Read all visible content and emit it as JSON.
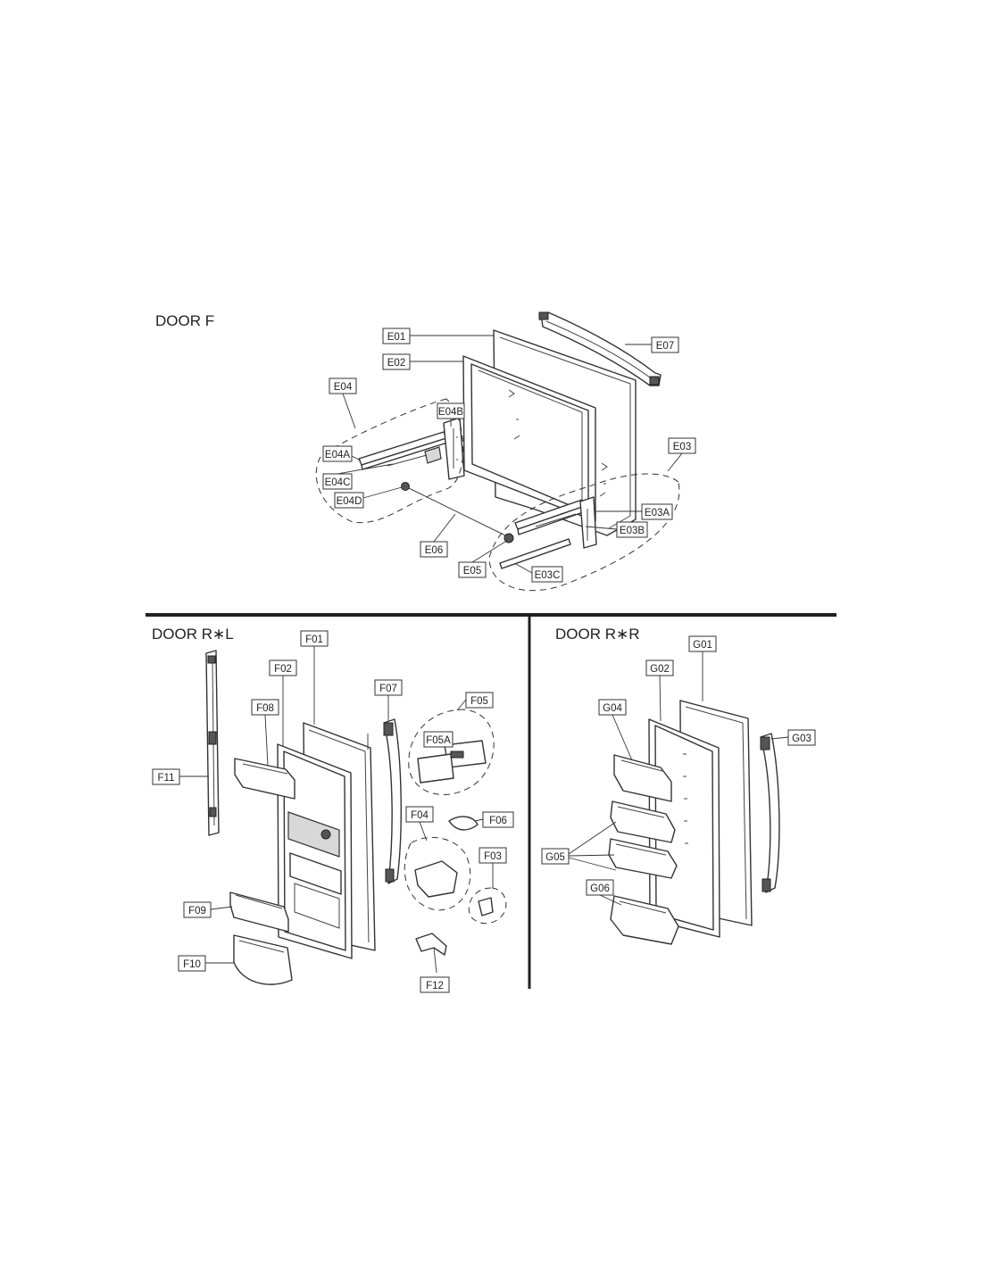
{
  "sections": {
    "door_f": "DOOR F",
    "door_rl": "DOOR R∗L",
    "door_rr": "DOOR R∗R"
  },
  "labels": {
    "E01": "E01",
    "E02": "E02",
    "E03": "E03",
    "E03A": "E03A",
    "E03B": "E03B",
    "E03C": "E03C",
    "E04": "E04",
    "E04A": "E04A",
    "E04B": "E04B",
    "E04C": "E04C",
    "E04D": "E04D",
    "E05": "E05",
    "E06": "E06",
    "E07": "E07",
    "F01": "F01",
    "F02": "F02",
    "F03": "F03",
    "F04": "F04",
    "F05": "F05",
    "F05A": "F05A",
    "F06": "F06",
    "F07": "F07",
    "F08": "F08",
    "F09": "F09",
    "F10": "F10",
    "F11": "F11",
    "F12": "F12",
    "G01": "G01",
    "G02": "G02",
    "G03": "G03",
    "G04": "G04",
    "G05": "G05",
    "G06": "G06"
  },
  "colors": {
    "ink": "#222222",
    "background": "#ffffff"
  }
}
